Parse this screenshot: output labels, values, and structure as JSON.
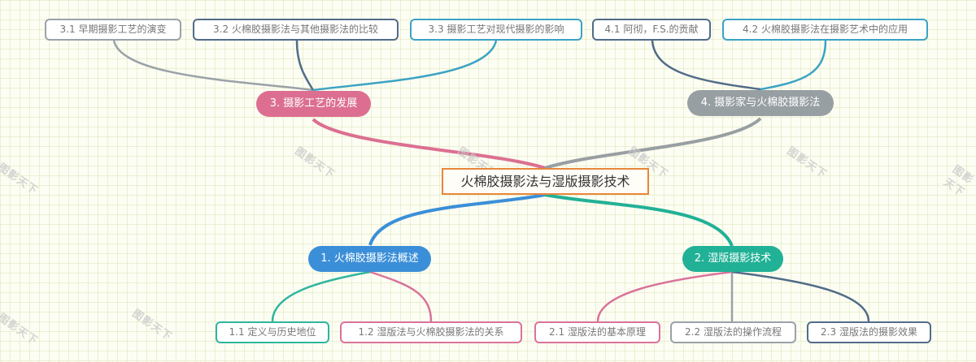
{
  "central": {
    "label": "火棉胶摄影法与湿版摄影技术"
  },
  "colors": {
    "central_border": "#e8873a",
    "branch_3": "#dc6f91",
    "branch_4": "#989fa2",
    "branch_1": "#3b8fd8",
    "branch_2": "#21b196",
    "leaf_gray": "#9aa2a8",
    "leaf_navy": "#516c89",
    "leaf_teal": "#3ba3c4",
    "leaf_pink": "#d9739a",
    "leaf_green": "#2fb59e"
  },
  "branches": {
    "b3": {
      "label": "3. 摄影工艺的发展"
    },
    "b4": {
      "label": "4. 摄影家与火棉胶摄影法"
    },
    "b1": {
      "label": "1. 火棉胶摄影法概述"
    },
    "b2": {
      "label": "2. 湿版摄影技术"
    }
  },
  "leaves": {
    "l31": {
      "label": "3.1 早期摄影工艺的演变"
    },
    "l32": {
      "label": "3.2 火棉胶摄影法与其他摄影法的比较"
    },
    "l33": {
      "label": "3.3 摄影工艺对现代摄影的影响"
    },
    "l41": {
      "label": "4.1 阿彻，F.S.的贡献"
    },
    "l42": {
      "label": "4.2 火棉胶摄影法在摄影艺术中的应用"
    },
    "l11": {
      "label": "1.1 定义与历史地位"
    },
    "l12": {
      "label": "1.2 湿版法与火棉胶摄影法的关系"
    },
    "l21": {
      "label": "2.1 湿版法的基本原理"
    },
    "l22": {
      "label": "2.2 湿版法的操作流程"
    },
    "l23": {
      "label": "2.3 湿版法的摄影效果"
    }
  },
  "watermark": {
    "text": "图影天下"
  }
}
